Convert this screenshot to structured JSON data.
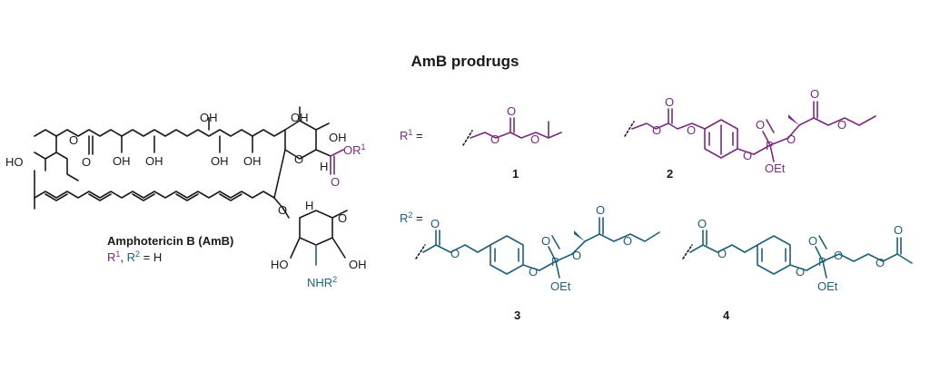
{
  "title": "AmB prodrugs",
  "parent": {
    "name": "Amphotericin B (AmB)",
    "r1_label": "R",
    "r1_sup": "1",
    "r2_label": "R",
    "r2_sup": "2",
    "equals_h": " = H"
  },
  "groups": {
    "r1_label": "R",
    "r1_sup": "1",
    "r2_label": "R",
    "r2_sup": "2",
    "equals": " ="
  },
  "atoms": {
    "oh": "OH",
    "ho": "HO",
    "o": "O",
    "h": "H",
    "or1": "OR",
    "p": "P",
    "oet": "OEt",
    "nhr": "NHR"
  },
  "compounds": [
    "1",
    "2",
    "3",
    "4"
  ],
  "colors": {
    "r1": "#7a2a7e",
    "r2": "#1f5f78",
    "ink": "#1a1a1a"
  }
}
